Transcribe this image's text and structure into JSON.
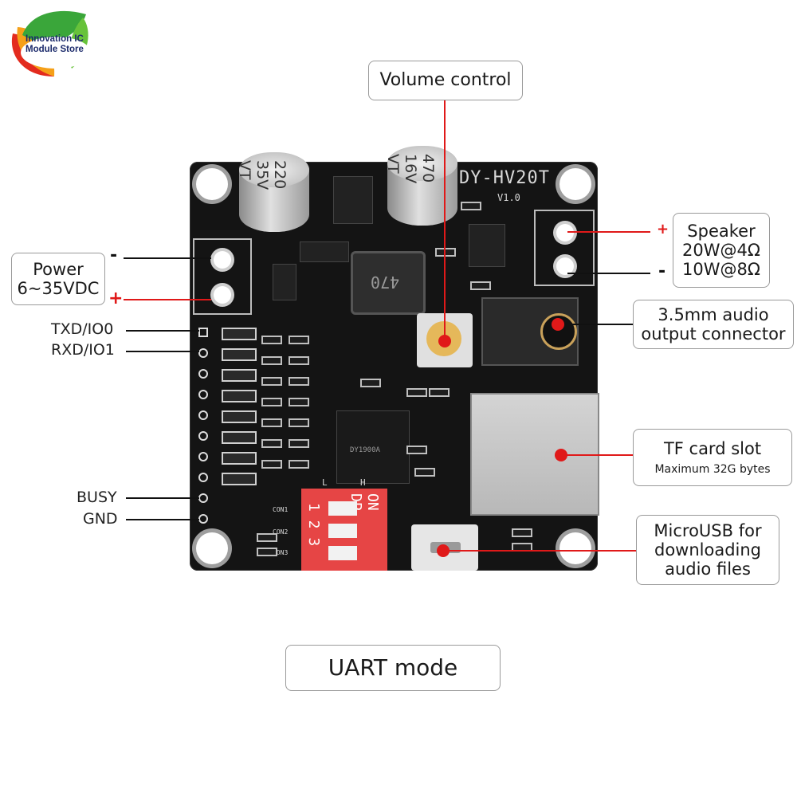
{
  "logo": {
    "line1": "Innovation IC",
    "line2": "Module Store"
  },
  "board": {
    "model": "DY-HV20T",
    "version": "V1.0",
    "cap1": "220\n35V\nVT",
    "cap2": "470\n16V\nVT",
    "inductor": "470",
    "chip_label": "DY1900A",
    "con1": "CON1",
    "con2": "CON2",
    "con3": "CON3",
    "dip_on": "ON DP",
    "dip_nums": "1 2 3",
    "dip_l": "L",
    "dip_h": "H"
  },
  "labels": {
    "volume": "Volume control",
    "power_line1": "Power",
    "power_line2": "6~35VDC",
    "speaker_line1": "Speaker",
    "speaker_line2": "20W@4Ω",
    "speaker_line3": "10W@8Ω",
    "audio_line1": "3.5mm audio",
    "audio_line2": "output connector",
    "tf_line1": "TF card slot",
    "tf_line2": "Maximum 32G bytes",
    "usb_line1": "MicroUSB for",
    "usb_line2": "downloading",
    "usb_line3": "audio files",
    "txd": "TXD/IO0",
    "rxd": "RXD/IO1",
    "busy": "BUSY",
    "gnd": "GND",
    "mode": "UART mode"
  },
  "signs": {
    "minus": "-",
    "plus": "+"
  },
  "colors": {
    "accent_red": "#e01919",
    "board": "#141414"
  }
}
